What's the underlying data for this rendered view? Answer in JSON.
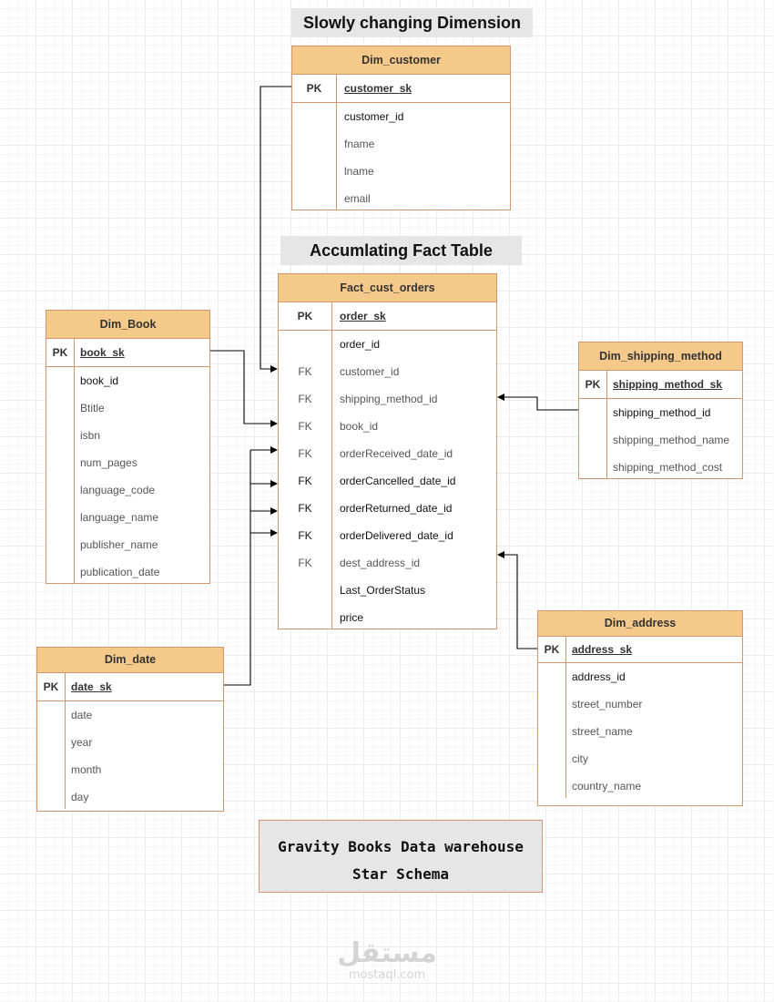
{
  "titles": {
    "scd": "Slowly changing Dimension",
    "fact": "Accumlating Fact Table"
  },
  "dim_customer": {
    "name": "Dim_customer",
    "pk_key": "PK",
    "pk_field": "customer_sk",
    "fields": [
      "customer_id",
      "fname",
      "lname",
      "email"
    ]
  },
  "fact_cust_orders": {
    "name": "Fact_cust_orders",
    "pk_key": "PK",
    "pk_field": "order_sk",
    "rows": [
      {
        "key": "",
        "field": "order_id"
      },
      {
        "key": "FK",
        "field": "customer_id"
      },
      {
        "key": "FK",
        "field": "shipping_method_id"
      },
      {
        "key": "FK",
        "field": "book_id"
      },
      {
        "key": "FK",
        "field": "orderReceived_date_id"
      },
      {
        "key": "FK",
        "field": "orderCancelled_date_id"
      },
      {
        "key": "FK",
        "field": "orderReturned_date_id"
      },
      {
        "key": "FK",
        "field": "orderDelivered_date_id"
      },
      {
        "key": "FK",
        "field": "dest_address_id"
      },
      {
        "key": "",
        "field": "Last_OrderStatus"
      },
      {
        "key": "",
        "field": "price"
      }
    ]
  },
  "dim_book": {
    "name": "Dim_Book",
    "pk_key": "PK",
    "pk_field": "book_sk",
    "fields": [
      "book_id",
      "Btitle",
      "isbn",
      "num_pages",
      "language_code",
      "language_name",
      "publisher_name",
      "publication_date"
    ]
  },
  "dim_shipping_method": {
    "name": "Dim_shipping_method",
    "pk_key": "PK",
    "pk_field": "shipping_method_sk",
    "fields": [
      "shipping_method_id",
      "shipping_method_name",
      "shipping_method_cost"
    ]
  },
  "dim_date": {
    "name": "Dim_date",
    "pk_key": "PK",
    "pk_field": "date_sk",
    "fields": [
      "date",
      "year",
      "month",
      "day"
    ]
  },
  "dim_address": {
    "name": "Dim_address",
    "pk_key": "PK",
    "pk_field": "address_sk",
    "fields": [
      "address_id",
      "street_number",
      "street_name",
      "city",
      "country_name"
    ]
  },
  "caption": {
    "line1": "Gravity Books Data warehouse",
    "line2": "Star Schema"
  },
  "watermark": {
    "arabic": "مستقل",
    "latin": "mostaql.com"
  },
  "colors": {
    "header_fill": "#f5c98a",
    "border": "#d09770",
    "title_fill": "#e6e6e6"
  }
}
